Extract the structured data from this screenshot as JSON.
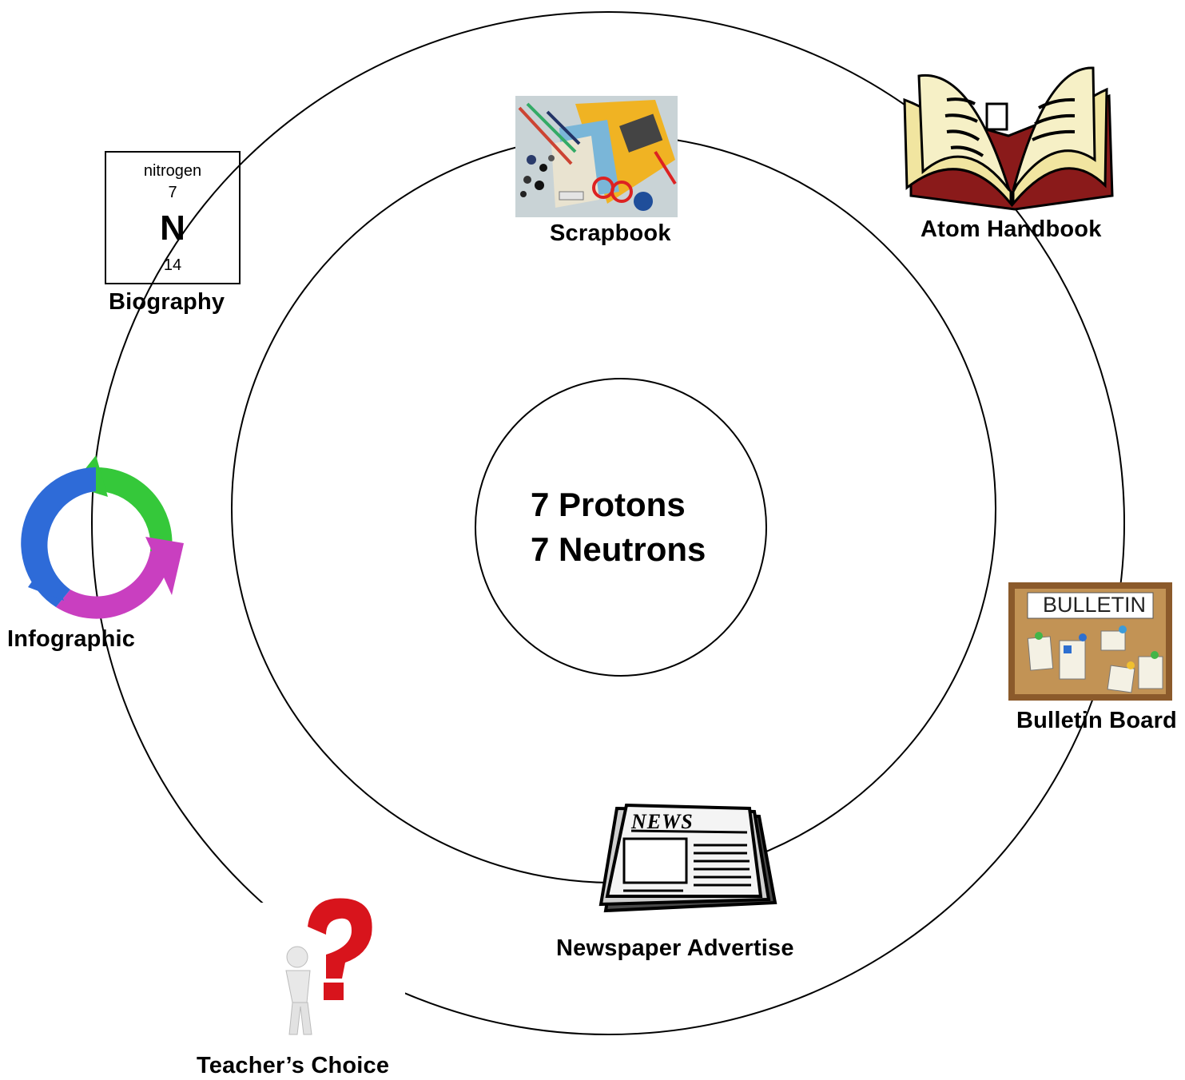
{
  "nucleus": {
    "line1": "7 Protons",
    "line2": "7 Neutrons"
  },
  "element": {
    "name": "nitrogen",
    "number": "7",
    "symbol": "N",
    "mass": "14"
  },
  "labels": {
    "biography": "Biography",
    "scrapbook": "Scrapbook",
    "handbook": "Atom Handbook",
    "infographic": "Infographic",
    "bulletin": "Bulletin Board",
    "newspaper": "Newspaper Advertise",
    "teacher": "Teacher’s Choice"
  },
  "bulletin_sign": "BULLETIN",
  "news_masthead": "NEWS",
  "icons": [
    "scrapbook-supplies-icon",
    "open-book-icon",
    "cycle-arrows-icon",
    "bulletin-board-icon",
    "newspaper-icon",
    "question-figure-icon"
  ],
  "colors": {
    "line": "#000000",
    "cycle_green": "#35c83a",
    "cycle_magenta": "#c93fc0",
    "cycle_blue": "#2e6bd8",
    "question_red": "#d8141c",
    "cork": "#b98a4a"
  }
}
